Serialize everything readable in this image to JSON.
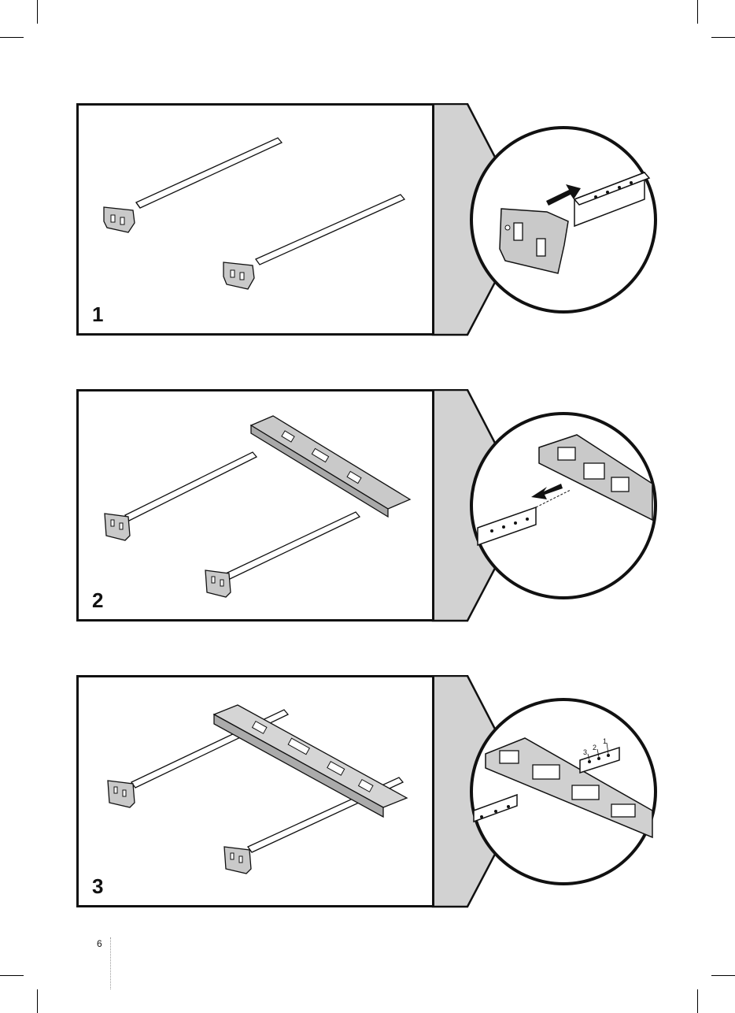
{
  "steps": [
    {
      "number": "1"
    },
    {
      "number": "2"
    },
    {
      "number": "3"
    }
  ],
  "hole_labels": [
    "3",
    "2",
    "1"
  ],
  "page_number": "6",
  "colors": {
    "ink": "#111111",
    "arrow_fill": "#d2d2d2",
    "part_gray": "#bdbdbd"
  }
}
